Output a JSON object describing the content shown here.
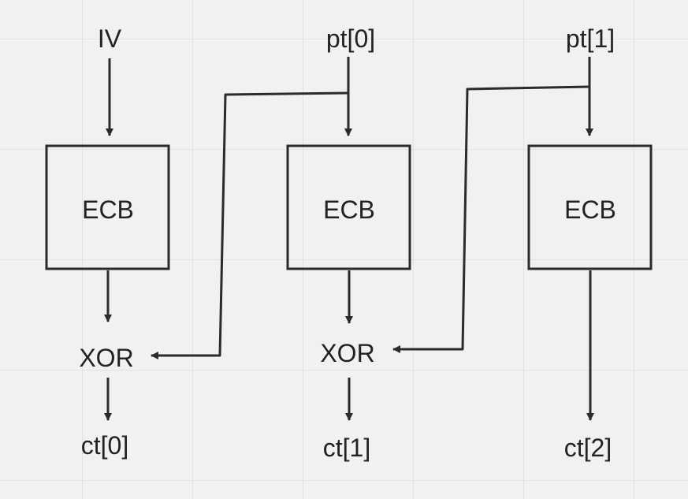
{
  "inputs": {
    "iv": "IV",
    "pt0": "pt[0]",
    "pt1": "pt[1]"
  },
  "blocks": {
    "ecb0": "ECB",
    "ecb1": "ECB",
    "ecb2": "ECB"
  },
  "ops": {
    "xor0": "XOR",
    "xor1": "XOR"
  },
  "outputs": {
    "ct0": "ct[0]",
    "ct1": "ct[1]",
    "ct2": "ct[2]"
  },
  "colors": {
    "stroke": "#2b2b2b",
    "text": "#222222",
    "background": "#f1f1f1",
    "grid": "#e3e3e3"
  }
}
